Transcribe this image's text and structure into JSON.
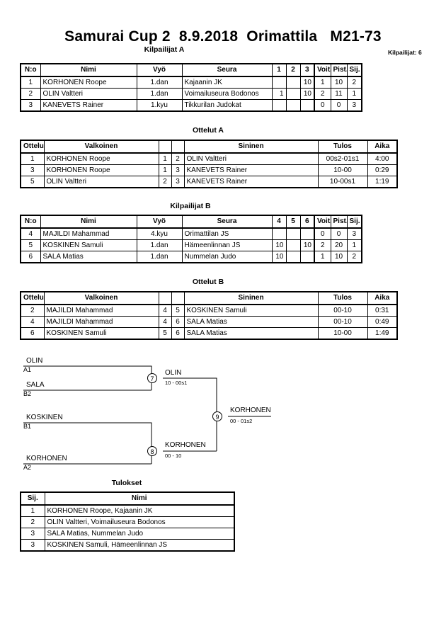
{
  "document": {
    "title": "Samurai Cup 2  8.9.2018  Orimattila   M21-73",
    "entry_count_label": "Kilpailijat: 6"
  },
  "pool_a": {
    "heading": "Kilpailijat A",
    "columns": [
      "N:o",
      "Nimi",
      "Vyö",
      "Seura",
      "1",
      "2",
      "3",
      "Voit.",
      "Pist.",
      "Sij."
    ],
    "rows": [
      {
        "no": "1",
        "name": "KORHONEN Roope",
        "belt": "1.dan",
        "club": "Kajaanin JK",
        "m1": "",
        "m2": "",
        "m3": "10",
        "wins": "1",
        "points": "10",
        "rank": "2"
      },
      {
        "no": "2",
        "name": "OLIN Valtteri",
        "belt": "1.dan",
        "club": "Voimailuseura Bodonos",
        "m1": "1",
        "m2": "",
        "m3": "10",
        "wins": "2",
        "points": "11",
        "rank": "1"
      },
      {
        "no": "3",
        "name": "KANEVETS Rainer",
        "belt": "1.kyu",
        "club": "Tikkurilan Judokat",
        "m1": "",
        "m2": "",
        "m3": "",
        "wins": "0",
        "points": "0",
        "rank": "3"
      }
    ]
  },
  "matches_a": {
    "heading": "Ottelut A",
    "columns": [
      "Ottelu",
      "Valkoinen",
      "",
      "",
      "Sininen",
      "Tulos",
      "Aika"
    ],
    "rows": [
      {
        "no": "1",
        "white": "KORHONEN Roope",
        "wn": "1",
        "bn": "2",
        "blue": "OLIN Valtteri",
        "result": "00s2-01s1",
        "time": "4:00"
      },
      {
        "no": "3",
        "white": "KORHONEN Roope",
        "wn": "1",
        "bn": "3",
        "blue": "KANEVETS Rainer",
        "result": "10-00",
        "time": "0:29"
      },
      {
        "no": "5",
        "white": "OLIN Valtteri",
        "wn": "2",
        "bn": "3",
        "blue": "KANEVETS Rainer",
        "result": "10-00s1",
        "time": "1:19"
      }
    ]
  },
  "pool_b": {
    "heading": "Kilpailijat B",
    "columns": [
      "N:o",
      "Nimi",
      "Vyö",
      "Seura",
      "4",
      "5",
      "6",
      "Voit.",
      "Pist.",
      "Sij."
    ],
    "rows": [
      {
        "no": "4",
        "name": "MAJILDI Mahammad",
        "belt": "4.kyu",
        "club": "Orimattilan JS",
        "m1": "",
        "m2": "",
        "m3": "",
        "wins": "0",
        "points": "0",
        "rank": "3"
      },
      {
        "no": "5",
        "name": "KOSKINEN Samuli",
        "belt": "1.dan",
        "club": "Hämeenlinnan JS",
        "m1": "10",
        "m2": "",
        "m3": "10",
        "wins": "2",
        "points": "20",
        "rank": "1"
      },
      {
        "no": "6",
        "name": "SALA Matias",
        "belt": "1.dan",
        "club": "Nummelan Judo",
        "m1": "10",
        "m2": "",
        "m3": "",
        "wins": "1",
        "points": "10",
        "rank": "2"
      }
    ]
  },
  "matches_b": {
    "heading": "Ottelut B",
    "columns": [
      "Ottelu",
      "Valkoinen",
      "",
      "",
      "Sininen",
      "Tulos",
      "Aika"
    ],
    "rows": [
      {
        "no": "2",
        "white": "MAJILDI Mahammad",
        "wn": "4",
        "bn": "5",
        "blue": "KOSKINEN Samuli",
        "result": "00-10",
        "time": "0:31"
      },
      {
        "no": "4",
        "white": "MAJILDI Mahammad",
        "wn": "4",
        "bn": "6",
        "blue": "SALA Matias",
        "result": "00-10",
        "time": "0:49"
      },
      {
        "no": "6",
        "white": "KOSKINEN Samuli",
        "wn": "5",
        "bn": "6",
        "blue": "SALA Matias",
        "result": "10-00",
        "time": "1:49"
      }
    ]
  },
  "bracket": {
    "entries": [
      {
        "name": "OLIN",
        "seed": "A1"
      },
      {
        "name": "SALA",
        "seed": "B2"
      },
      {
        "name": "KOSKINEN",
        "seed": "B1"
      },
      {
        "name": "KORHONEN",
        "seed": "A2"
      }
    ],
    "nodes": [
      {
        "number": "7",
        "winner": "OLIN",
        "score": "10 - 00s1"
      },
      {
        "number": "8",
        "winner": "KORHONEN",
        "score": "00 - 10"
      },
      {
        "number": "9",
        "winner": "KORHONEN",
        "score": "00 - 01s2"
      }
    ]
  },
  "results": {
    "heading": "Tulokset",
    "columns": [
      "Sij.",
      "Nimi"
    ],
    "rows": [
      {
        "rank": "1",
        "name": "KORHONEN Roope, Kajaanin JK"
      },
      {
        "rank": "2",
        "name": "OLIN Valtteri, Voimailuseura Bodonos"
      },
      {
        "rank": "3",
        "name": "SALA Matias, Nummelan Judo"
      },
      {
        "rank": "3",
        "name": "KOSKINEN Samuli, Hämeenlinnan JS"
      }
    ]
  }
}
